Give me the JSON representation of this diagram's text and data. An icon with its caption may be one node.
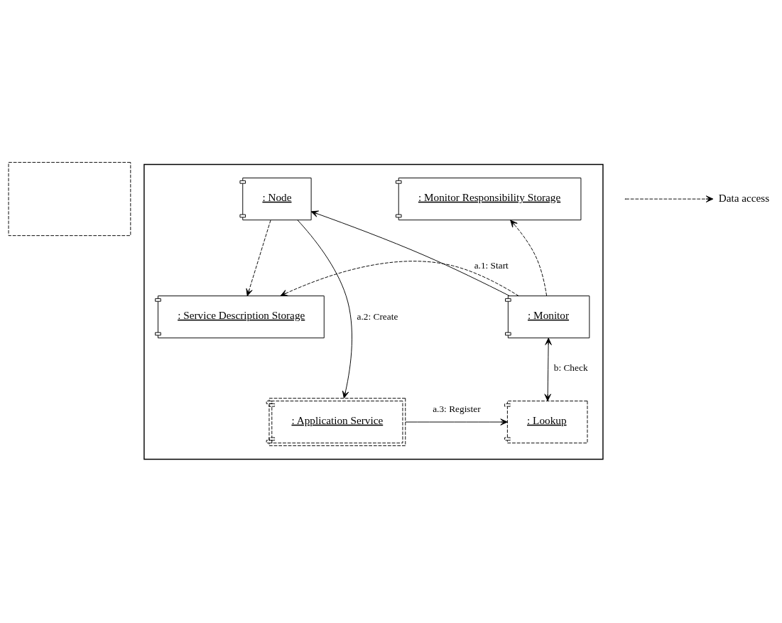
{
  "diagram": {
    "nodes": [
      {
        "text": [],
        "shape": "box"
      },
      {
        "text": [],
        "shape": "box"
      },
      {
        "text": [
          ": Monitor Responsibility Storage"
        ],
        "in": 1
      },
      {
        "text": [
          ": Node"
        ],
        "in": 1
      },
      {
        "text": [
          ": Monitor"
        ],
        "in": 1
      },
      {
        "text": [
          ": Service Description Storage"
        ],
        "in": 1
      },
      {
        "text": [
          ": Lookup"
        ],
        "in": 1
      },
      {
        "text": [
          ": Application Service"
        ],
        "in": 1
      }
    ],
    "edges": [
      {
        "from": 4,
        "to": 2,
        "arrow": "to",
        "style": "dashed"
      },
      {
        "from": 4,
        "to": 3,
        "arrow": "to",
        "label": "a.1: Start"
      },
      {
        "from": 3,
        "to": 5,
        "arrow": "to",
        "style": "dashed"
      },
      {
        "from": 4,
        "to": 5,
        "arrow": "to",
        "style": "dashed"
      },
      {
        "from": 4,
        "to": 6,
        "arrow": "both",
        "label": "b: Check"
      },
      {
        "from": 3,
        "to": 7,
        "arrow": "to",
        "label": "a.2: Create"
      },
      {
        "from": 7,
        "to": 6,
        "arrow": "to",
        "label": "a.3: Register"
      }
    ],
    "legend": [
      {
        "text": "Data access"
      }
    ]
  }
}
